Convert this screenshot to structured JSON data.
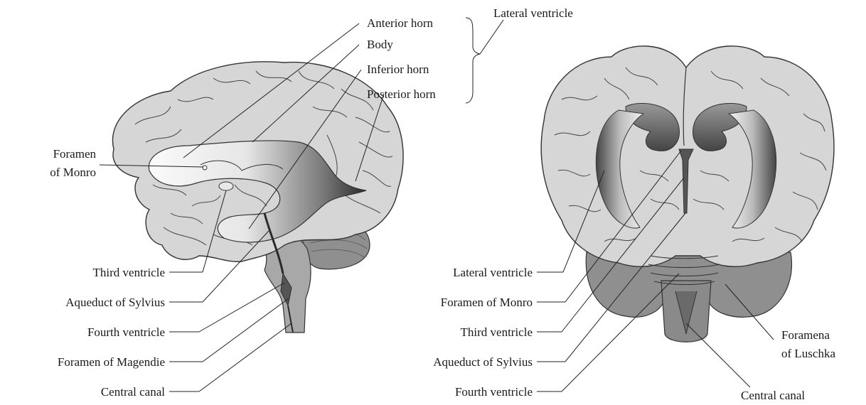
{
  "sagittal": {
    "anterior_horn": "Anterior horn",
    "body": "Body",
    "inferior_horn": "Inferior horn",
    "posterior_horn": "Posterior horn",
    "lateral_ventricle_group": "Lateral ventricle",
    "foramen_of_monro_line1": "Foramen",
    "foramen_of_monro_line2": "of Monro",
    "third_ventricle": "Third ventricle",
    "aqueduct_of_sylvius": "Aqueduct of Sylvius",
    "fourth_ventricle": "Fourth ventricle",
    "foramen_of_magendie": "Foramen of Magendie",
    "central_canal": "Central canal"
  },
  "frontal": {
    "lateral_ventricle": "Lateral ventricle",
    "foramen_of_monro": "Foramen of Monro",
    "third_ventricle": "Third ventricle",
    "aqueduct_of_sylvius": "Aqueduct of Sylvius",
    "fourth_ventricle": "Fourth ventricle",
    "foramena_of_luschka_line1": "Foramena",
    "foramena_of_luschka_line2": "of Luschka",
    "central_canal": "Central canal"
  },
  "colors": {
    "brain_fill": "#d6d6d6",
    "brain_stroke": "#333333",
    "ventricle_light": "#f4f4f4",
    "ventricle_dark": "#3a3a3a",
    "brainstem": "#a8a8a8",
    "cerebellum": "#8f8f8f"
  }
}
